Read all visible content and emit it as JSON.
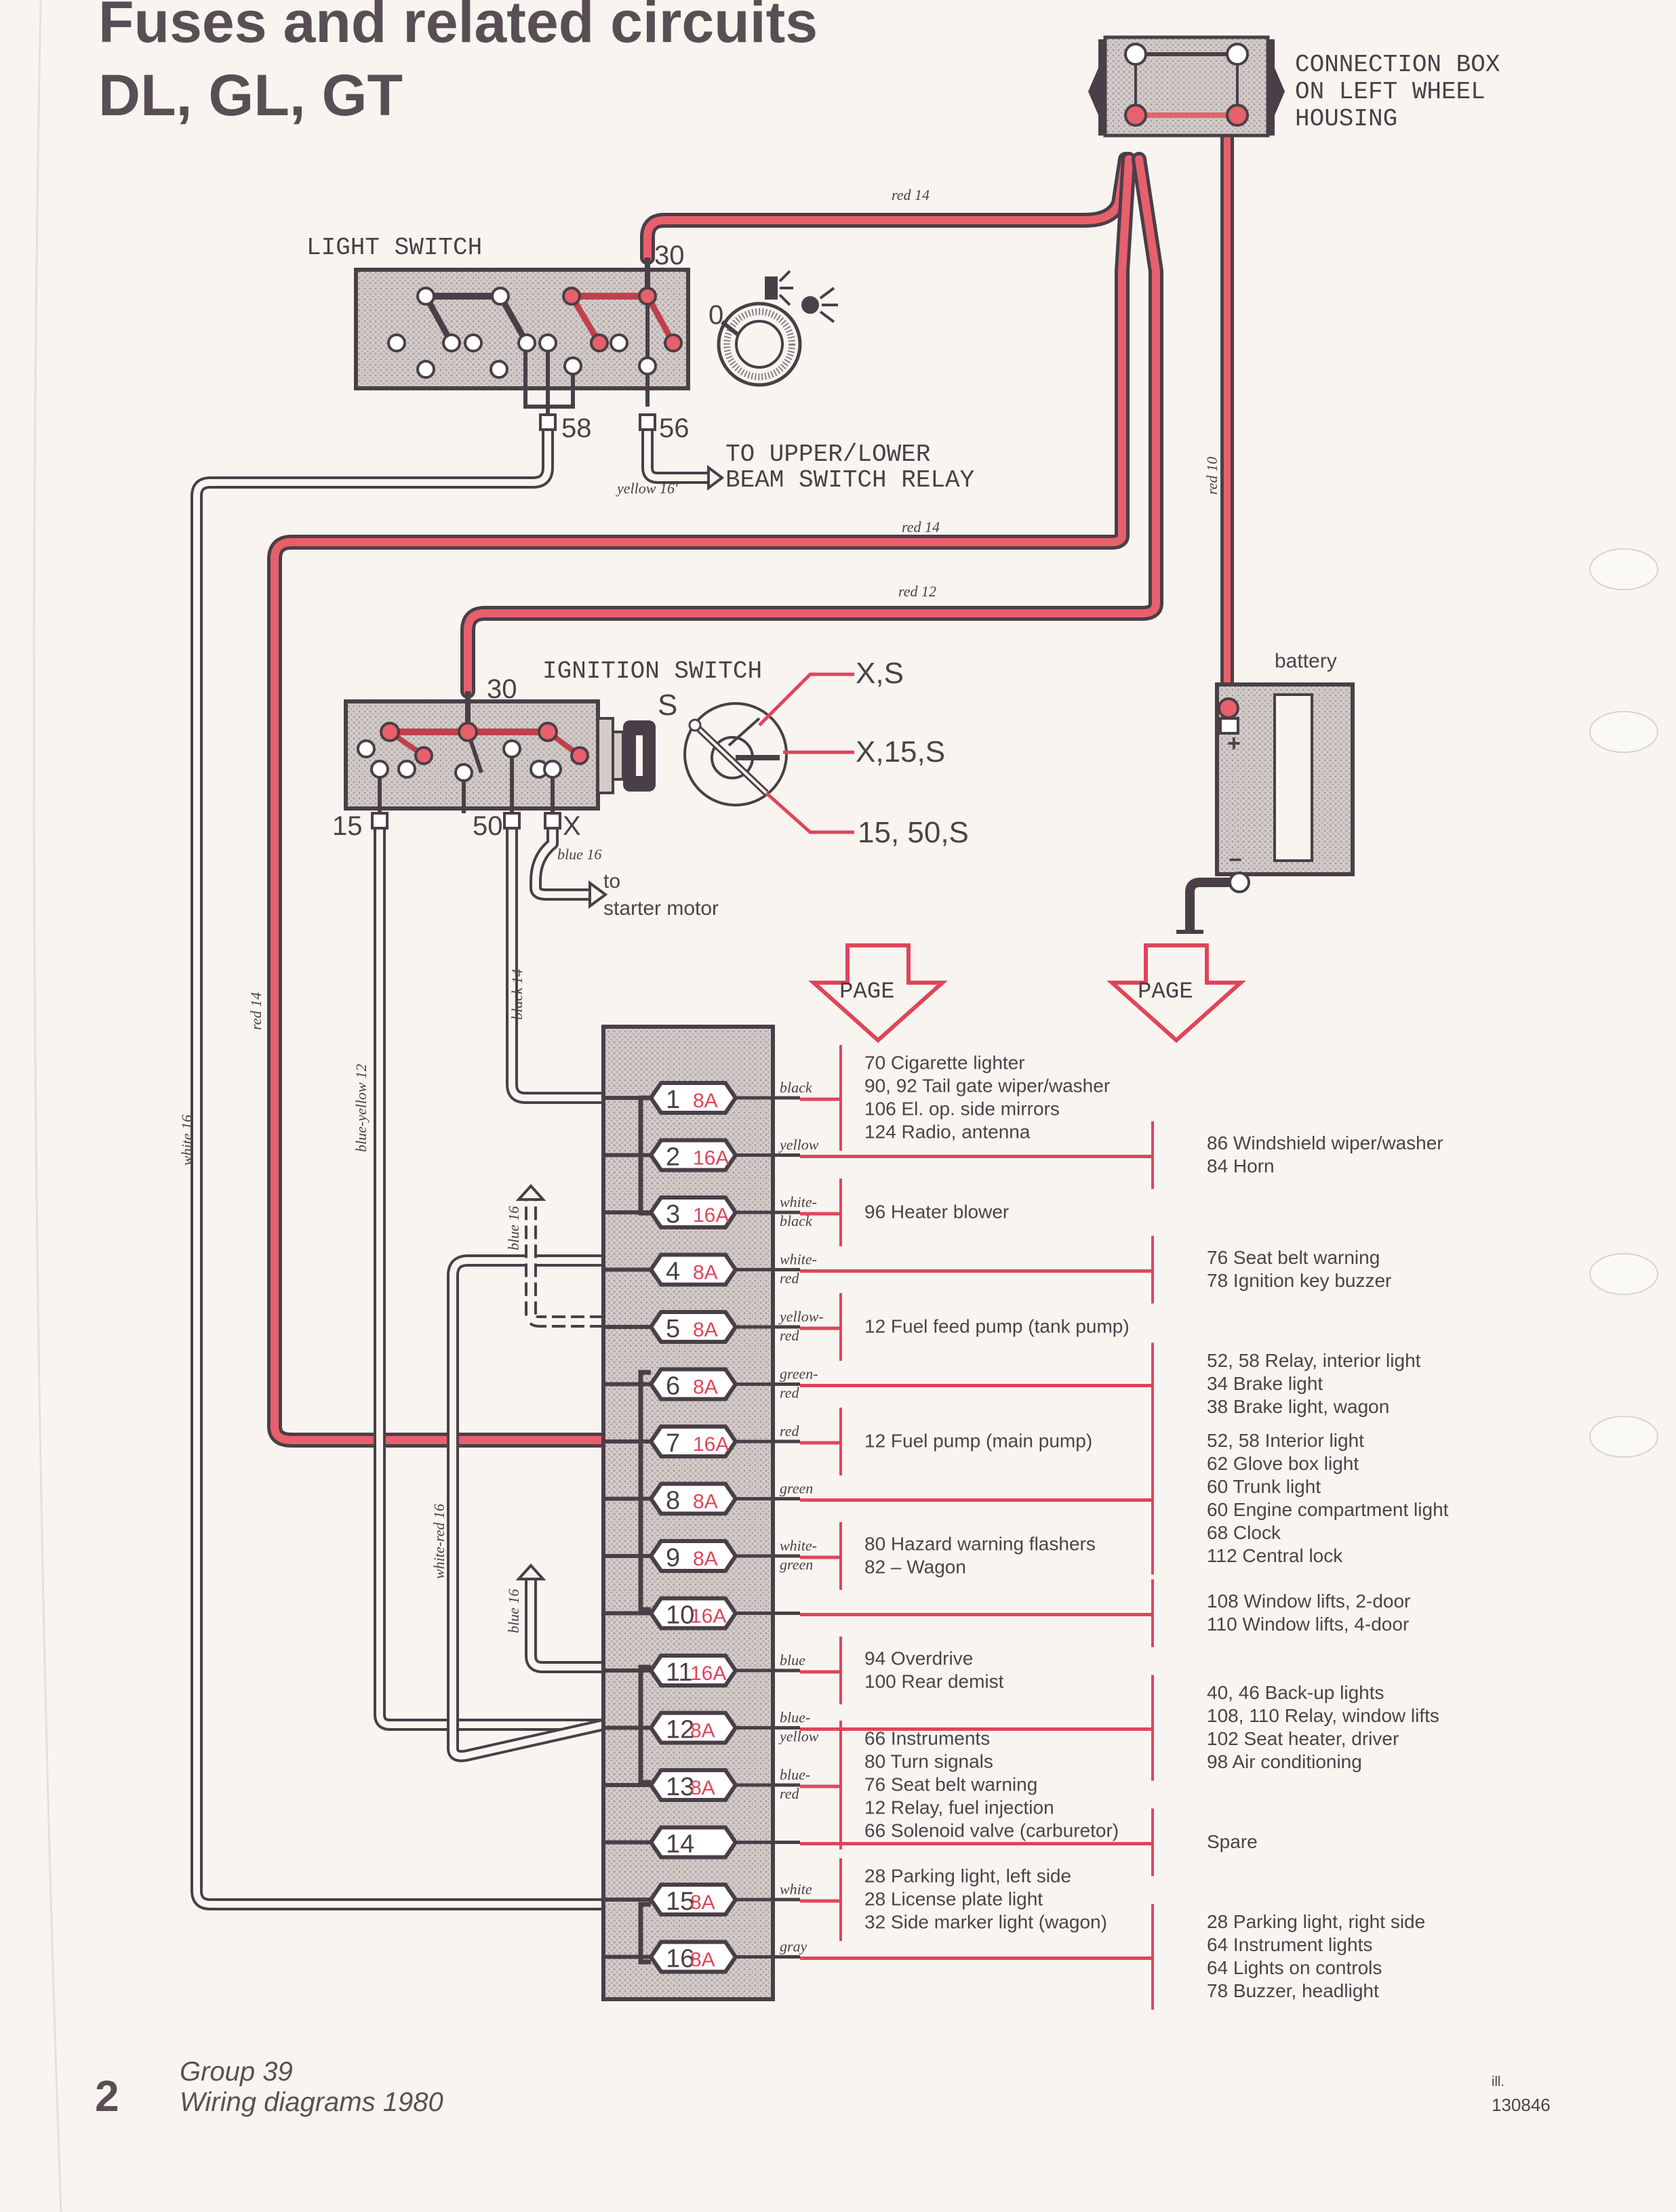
{
  "header": {
    "title_line1": "Fuses and related circuits",
    "title_line2": "DL, GL, GT"
  },
  "components": {
    "connection_box": {
      "label": [
        "CONNECTION BOX",
        "ON LEFT WHEEL",
        "HOUSING"
      ]
    },
    "light_switch": {
      "label": "LIGHT SWITCH",
      "terminal_30": "30",
      "terminal_58": "58",
      "terminal_56": "56",
      "position_0": "0"
    },
    "beam_relay": {
      "label": [
        "TO UPPER/LOWER",
        "BEAM SWITCH RELAY"
      ]
    },
    "ignition_switch": {
      "label": "IGNITION SWITCH",
      "terminal_30": "30",
      "terminal_15": "15",
      "terminal_50": "50",
      "terminal_x": "X",
      "position_s": "S",
      "positions": [
        "X,S",
        "X,15,S",
        "15, 50,S"
      ]
    },
    "starter": {
      "label": [
        "to",
        "starter motor"
      ]
    },
    "battery": {
      "label": "battery",
      "plus": "+",
      "minus": "−"
    },
    "page_arrows": [
      "PAGE",
      "PAGE"
    ]
  },
  "wires": {
    "red14_top": "red 14",
    "red10": "red 10",
    "yellow16": "yellow 16'",
    "red14_mid": "red 14",
    "red12": "red 12",
    "blue16_starter": "blue 16",
    "white16": "white 16",
    "red14_left": "red 14",
    "blue_yellow12": "blue-yellow 12",
    "black14": "black 14",
    "blue16_a": "blue 16",
    "white_red16": "white-red 16",
    "blue16_b": "blue 16"
  },
  "fuses": [
    {
      "num": "1",
      "amp": "8A",
      "wire": [
        "black"
      ],
      "circuits_left": [
        "70 Cigarette lighter",
        "90, 92 Tail gate wiper/washer",
        "106 El. op. side mirrors",
        "124 Radio, antenna"
      ],
      "circuits_right": []
    },
    {
      "num": "2",
      "amp": "16A",
      "wire": [
        "yellow"
      ],
      "circuits_left": [],
      "circuits_right": [
        "86 Windshield wiper/washer",
        "84 Horn"
      ]
    },
    {
      "num": "3",
      "amp": "16A",
      "wire": [
        "white-",
        "black"
      ],
      "circuits_left": [
        "96 Heater blower"
      ],
      "circuits_right": []
    },
    {
      "num": "4",
      "amp": "8A",
      "wire": [
        "white-",
        "red"
      ],
      "circuits_left": [],
      "circuits_right": [
        "76 Seat belt warning",
        "78 Ignition key buzzer"
      ]
    },
    {
      "num": "5",
      "amp": "8A",
      "wire": [
        "yellow-",
        "red"
      ],
      "circuits_left": [
        "12 Fuel feed pump (tank pump)"
      ],
      "circuits_right": []
    },
    {
      "num": "6",
      "amp": "8A",
      "wire": [
        "green-",
        "red"
      ],
      "circuits_left": [],
      "circuits_right": [
        "52, 58 Relay, interior light",
        "34 Brake light",
        "38 Brake light, wagon"
      ]
    },
    {
      "num": "7",
      "amp": "16A",
      "wire": [
        "red"
      ],
      "circuits_left": [
        "12 Fuel pump (main pump)"
      ],
      "circuits_right": []
    },
    {
      "num": "8",
      "amp": "8A",
      "wire": [
        "green"
      ],
      "circuits_left": [],
      "circuits_right": [
        "52, 58 Interior light",
        "62 Glove box light",
        "60 Trunk light",
        "60 Engine compartment light",
        "68 Clock",
        "112 Central lock"
      ]
    },
    {
      "num": "9",
      "amp": "8A",
      "wire": [
        "white-",
        "green"
      ],
      "circuits_left": [
        "80 Hazard warning flashers",
        "82 – Wagon"
      ],
      "circuits_right": []
    },
    {
      "num": "10",
      "amp": "16A",
      "wire": [],
      "circuits_left": [],
      "circuits_right": [
        "108 Window lifts, 2-door",
        "110 Window lifts, 4-door"
      ]
    },
    {
      "num": "11",
      "amp": "16A",
      "wire": [
        "blue"
      ],
      "circuits_left": [
        "94 Overdrive",
        "100 Rear demist"
      ],
      "circuits_right": []
    },
    {
      "num": "12",
      "amp": "8A",
      "wire": [
        "blue-",
        "yellow"
      ],
      "circuits_left": [],
      "circuits_right": [
        "40, 46 Back-up lights",
        "108, 110 Relay, window lifts",
        "102 Seat heater, driver",
        "98 Air conditioning"
      ]
    },
    {
      "num": "13",
      "amp": "8A",
      "wire": [
        "blue-",
        "red"
      ],
      "circuits_left": [
        "66 Instruments",
        "80 Turn signals",
        "76 Seat belt warning",
        "12 Relay, fuel injection",
        "66 Solenoid valve (carburetor)"
      ],
      "circuits_right": []
    },
    {
      "num": "14",
      "amp": "",
      "wire": [],
      "circuits_left": [],
      "circuits_right": [
        "Spare"
      ]
    },
    {
      "num": "15",
      "amp": "8A",
      "wire": [
        "white"
      ],
      "circuits_left": [
        "28 Parking light, left side",
        "28 License plate light",
        "32 Side marker light (wagon)"
      ],
      "circuits_right": []
    },
    {
      "num": "16",
      "amp": "8A",
      "wire": [
        "gray"
      ],
      "circuits_left": [],
      "circuits_right": [
        "28 Parking light, right side",
        "64 Instrument lights",
        "64 Lights on controls",
        "78 Buzzer, headlight"
      ]
    }
  ],
  "footer": {
    "page_number": "2",
    "group": "Group 39",
    "subtitle": "Wiring diagrams 1980",
    "ill_label": "ill.",
    "ill_number": "130846"
  },
  "colors": {
    "wire_red": "#e8606c",
    "outline": "#4a3f47",
    "paper": "#f8f5f0",
    "accent_red": "#e0455a"
  }
}
